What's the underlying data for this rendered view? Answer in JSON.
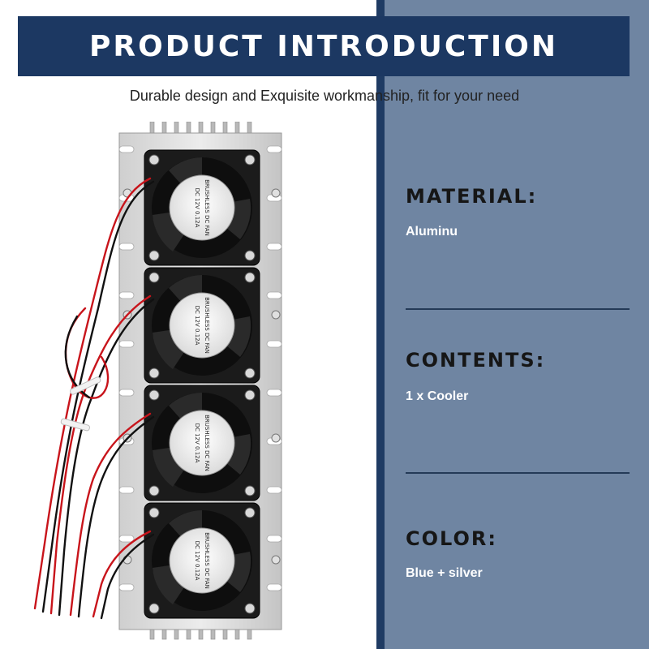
{
  "banner": {
    "title": "PRODUCT INTRODUCTION"
  },
  "subtitle": "Durable design and Exquisite workmanship, fit for your need",
  "specs": [
    {
      "title": "MATERIAL:",
      "value": "Aluminu"
    },
    {
      "title": "CONTENTS:",
      "value": "1 x Cooler"
    },
    {
      "title": "COLOR:",
      "value": "Blue + silver"
    }
  ],
  "product": {
    "fan_label_line1": "BRUSHLESS DC FAN",
    "fan_label_line2": "DC 12V 0.12A"
  },
  "colors": {
    "banner": "#1c3862",
    "panel": "#6f85a2",
    "accent_edge": "#1f3b63"
  }
}
